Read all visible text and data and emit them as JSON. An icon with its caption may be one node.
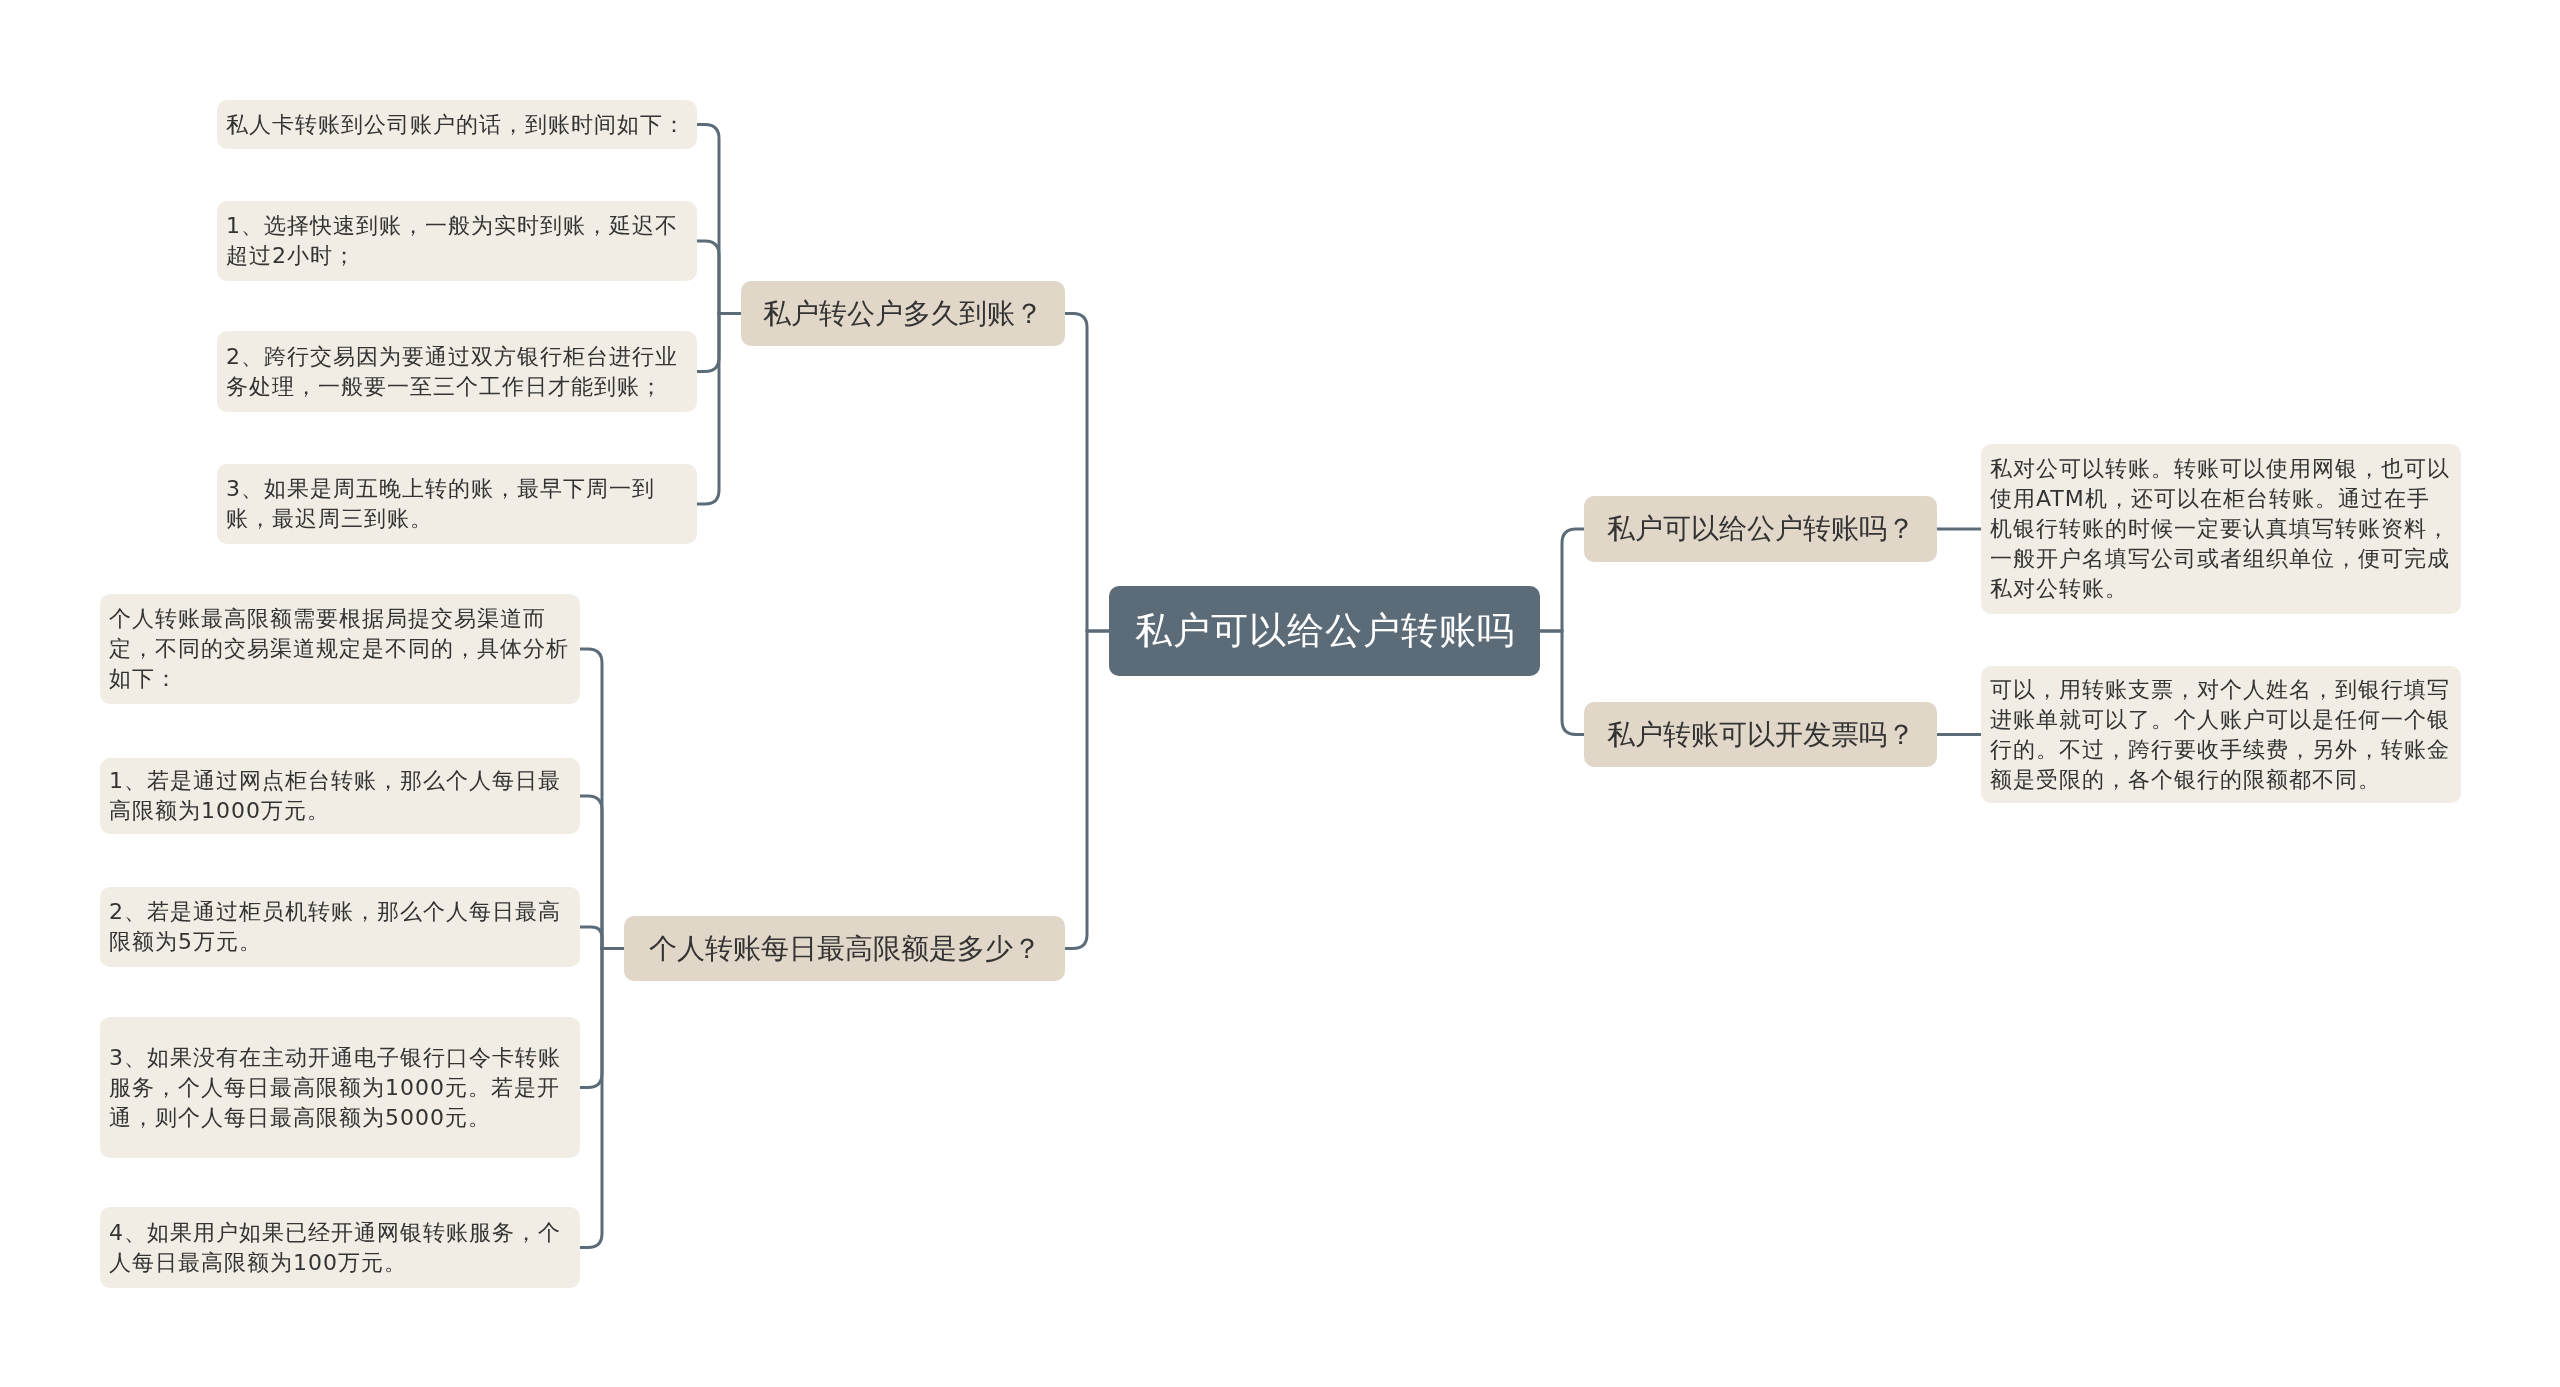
{
  "diagram": {
    "nodes": [
      {
        "text": [
          "私户可以给公户转账吗"
        ]
      },
      {
        "text": [
          "私户转公户多久到账？"
        ]
      },
      {
        "text": [
          "私人卡转账到公司账户的话，到账时间如下："
        ]
      },
      {
        "text": [
          "1、选择快速到账，一般为实时到账，延迟不超过2小时；"
        ]
      },
      {
        "text": [
          "2、跨行交易因为要通过双方银行柜台进行业务处理，一般要一至三个工作日才能到账；"
        ]
      },
      {
        "text": [
          "3、如果是周五晚上转的账，最早下周一到账，最迟周三到账。"
        ]
      },
      {
        "text": [
          "个人转账每日最高限额是多少？"
        ]
      },
      {
        "text": [
          "个人转账最高限额需要根据局提交易渠道而定，不同的交易渠道规定是不同的，具体分析如下："
        ]
      },
      {
        "text": [
          "1、若是通过网点柜台转账，那么个人每日最高限额为1000万元。"
        ]
      },
      {
        "text": [
          "2、若是通过柜员机转账，那么个人每日最高限额为5万元。"
        ]
      },
      {
        "text": [
          "3、如果没有在主动开通电子银行口令卡转账服务，个人每日最高限额为1000元。若是开通，则个人每日最高限额为5000元。"
        ]
      },
      {
        "text": [
          "4、如果用户如果已经开通网银转账服务，个人每日最高限额为100万元。"
        ]
      },
      {
        "text": [
          "私户可以给公户转账吗？"
        ]
      },
      {
        "text": [
          "私对公可以转账。转账可以使用网银，也可以使用ATM机，还可以在柜台转账。通过在手机银行转账的时候一定要认真填写转账资料，一般开户名填写公司或者组织单位，便可完成私对公转账。"
        ]
      },
      {
        "text": [
          "私户转账可以开发票吗？"
        ]
      },
      {
        "text": [
          "可以，用转账支票，对个人姓名，到银行填写进账单就可以了。个人账户可以是任何一个银行的。不过，跨行要收手续费，另外，转账金额是受限的，各个银行的限额都不同。"
        ]
      }
    ],
    "edges": [
      {
        "from": 0,
        "to": 1,
        "arrow": "none"
      },
      {
        "from": 1,
        "to": 2,
        "arrow": "none"
      },
      {
        "from": 1,
        "to": 3,
        "arrow": "none"
      },
      {
        "from": 1,
        "to": 4,
        "arrow": "none"
      },
      {
        "from": 1,
        "to": 5,
        "arrow": "none"
      },
      {
        "from": 0,
        "to": 6,
        "arrow": "none"
      },
      {
        "from": 6,
        "to": 7,
        "arrow": "none"
      },
      {
        "from": 6,
        "to": 8,
        "arrow": "none"
      },
      {
        "from": 6,
        "to": 9,
        "arrow": "none"
      },
      {
        "from": 6,
        "to": 10,
        "arrow": "none"
      },
      {
        "from": 6,
        "to": 11,
        "arrow": "none"
      },
      {
        "from": 0,
        "to": 12,
        "arrow": "none"
      },
      {
        "from": 12,
        "to": 13,
        "arrow": "none"
      },
      {
        "from": 0,
        "to": 14,
        "arrow": "none"
      },
      {
        "from": 14,
        "to": 15,
        "arrow": "none"
      }
    ]
  }
}
